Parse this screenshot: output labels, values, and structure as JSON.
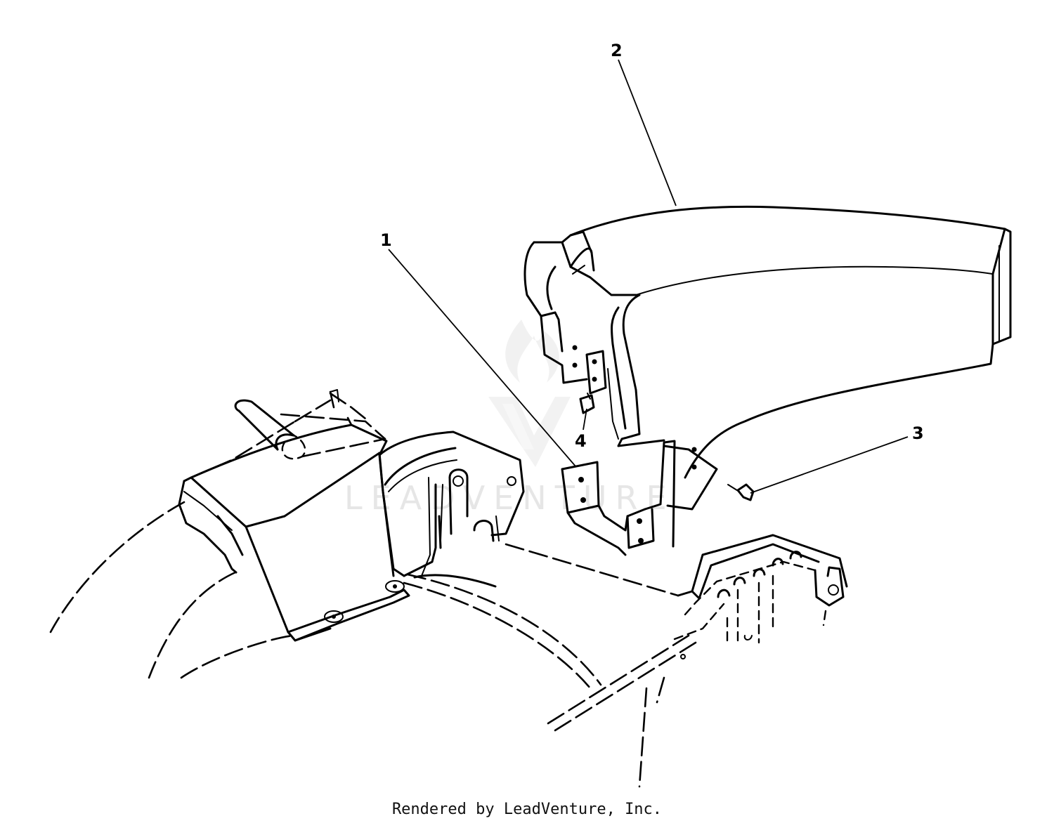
{
  "diagram": {
    "callouts": [
      {
        "id": "1",
        "label": "1"
      },
      {
        "id": "2",
        "label": "2"
      },
      {
        "id": "3",
        "label": "3"
      },
      {
        "id": "4",
        "label": "4"
      }
    ],
    "watermark": {
      "text": "LEADVENTURE",
      "color": "#e6e6e6"
    },
    "line_color": "#000000",
    "background": "#ffffff"
  },
  "footer": {
    "text": "Rendered by LeadVenture, Inc."
  }
}
